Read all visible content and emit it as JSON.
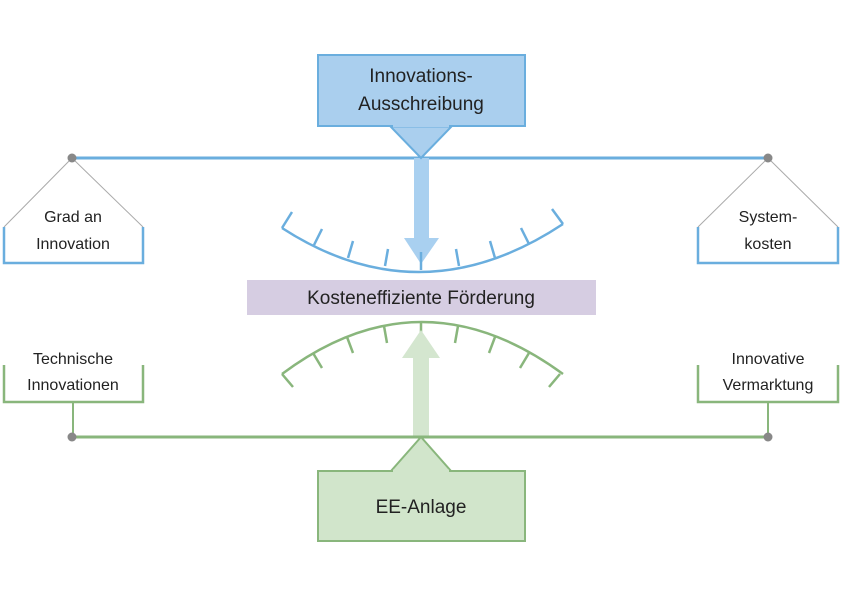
{
  "top_box": {
    "line1": "Innovations-",
    "line2": "Ausschreibung"
  },
  "left_weight_top": {
    "line1": "Grad an",
    "line2": "Innovation"
  },
  "right_weight_top": {
    "line1": "System-",
    "line2": "kosten"
  },
  "center_label": "Kosteneffiziente Förderung",
  "left_weight_bottom": {
    "line1": "Technische",
    "line2": "Innovationen"
  },
  "right_weight_bottom": {
    "line1": "Innovative",
    "line2": "Vermarktung"
  },
  "bottom_box": "EE-Anlage",
  "colors": {
    "blue_stroke": "#6aaede",
    "blue_fill": "#aacfee",
    "blue_arrow": "#a9d0f0",
    "green_stroke": "#89b67c",
    "green_fill": "#d1e5cb",
    "green_arrow": "#d4e6cf",
    "center_fill": "#d6cde2",
    "pivot": "#888888"
  }
}
